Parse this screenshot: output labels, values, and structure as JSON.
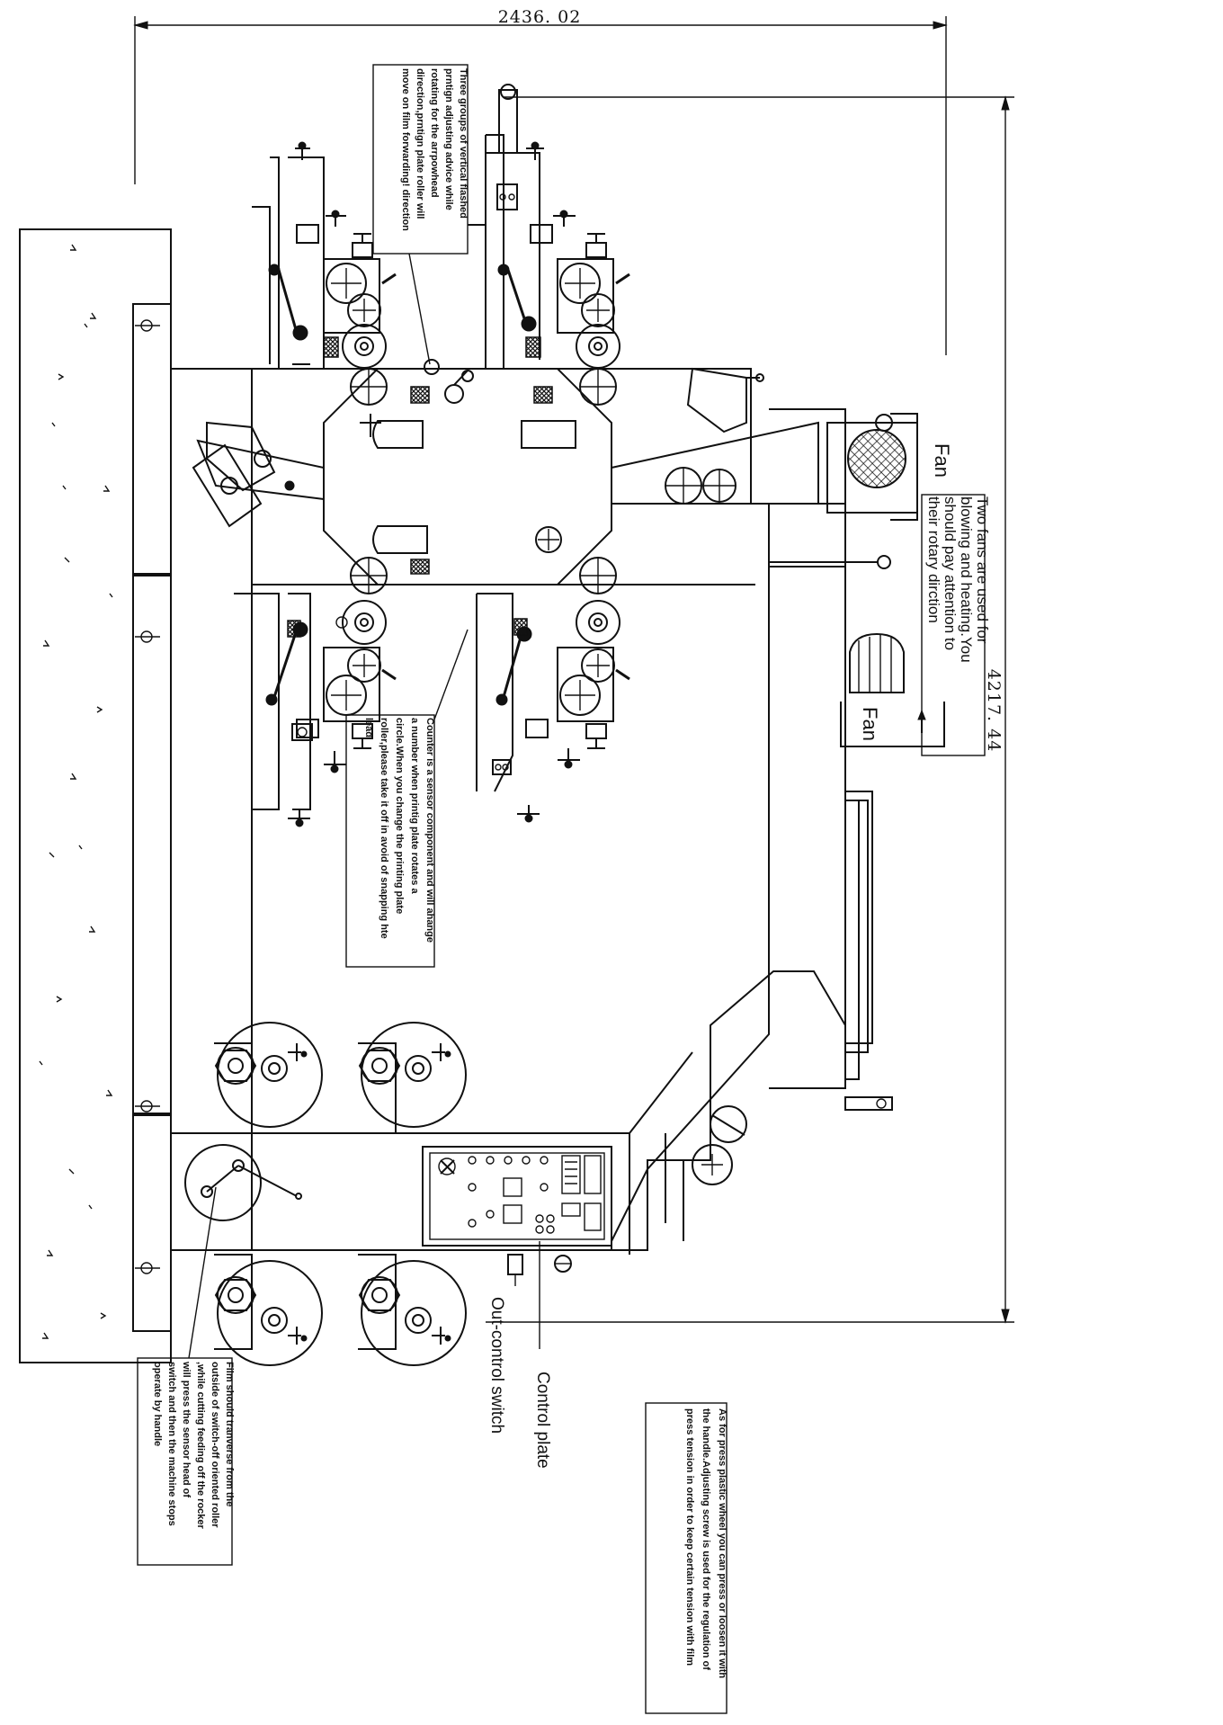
{
  "dimensions": {
    "width": "2436. 02",
    "height": "4217. 44"
  },
  "labels": {
    "fan_top": "Fan",
    "fan_bottom": "Fan",
    "out_control_switch": "Out-control switch",
    "control_plate": "Control plate"
  },
  "notes": {
    "vertical_register": [
      "Three groups of vertical flashed",
      "prntign adjusting advice while",
      "rotating for the arrpowhead",
      "direction,prntign plate roller will",
      "move on film forwarding! direction"
    ],
    "fans": [
      "Two fans are used for",
      "blowing and heating.You",
      "should pay attention to",
      "their rotary dirction"
    ],
    "counter": [
      "Counter is a sensor component and will ahange",
      "a number when printig plate rotates a",
      "circle.When you change the printing plate",
      "roller,please take it off in avoid of snapping hte",
      "lead"
    ],
    "film": [
      "Film should tranverse from the",
      "outside of switch-off oriented roller",
      ",while cutting feeding off the rocker",
      "will press the sensor head of",
      "switch and then the machine stops",
      "operate by handle"
    ],
    "press_wheel": [
      "As for press plastic wheel you can press or loosen it with",
      "the handle.Adjusting screw is used for the regulation of",
      "press tension in order to keep certain tension with film"
    ]
  }
}
